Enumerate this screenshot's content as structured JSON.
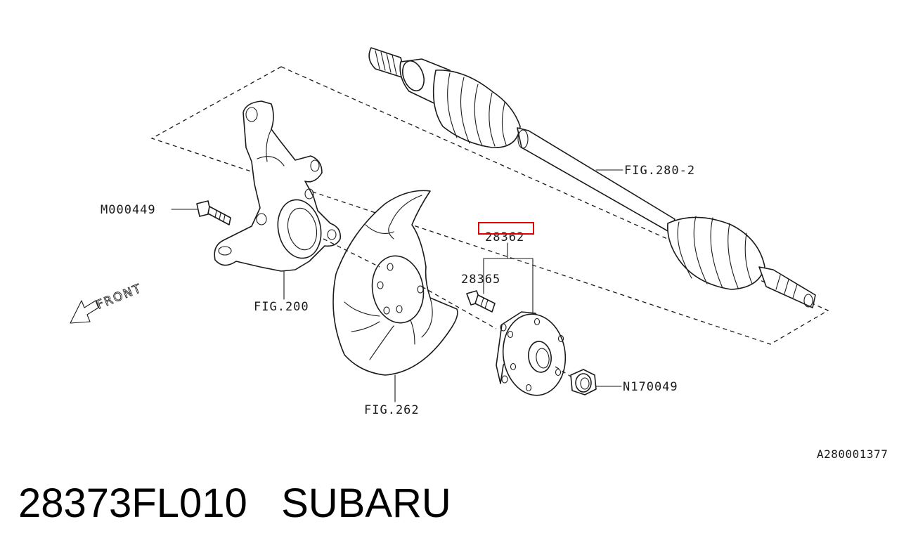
{
  "diagram": {
    "labels": {
      "knuckle_fig": "FIG.200",
      "bolt": "M000449",
      "shield_fig": "FIG.262",
      "axle_fig": "FIG.280-2",
      "hub_assembly": "28362",
      "hub_bolt": "28365",
      "nut": "N170049",
      "front": "FRONT",
      "drawing_ref": "A280001377"
    },
    "highlight_color": "#e00000"
  },
  "footer": {
    "part_number": "28373FL010",
    "brand": "SUBARU"
  }
}
